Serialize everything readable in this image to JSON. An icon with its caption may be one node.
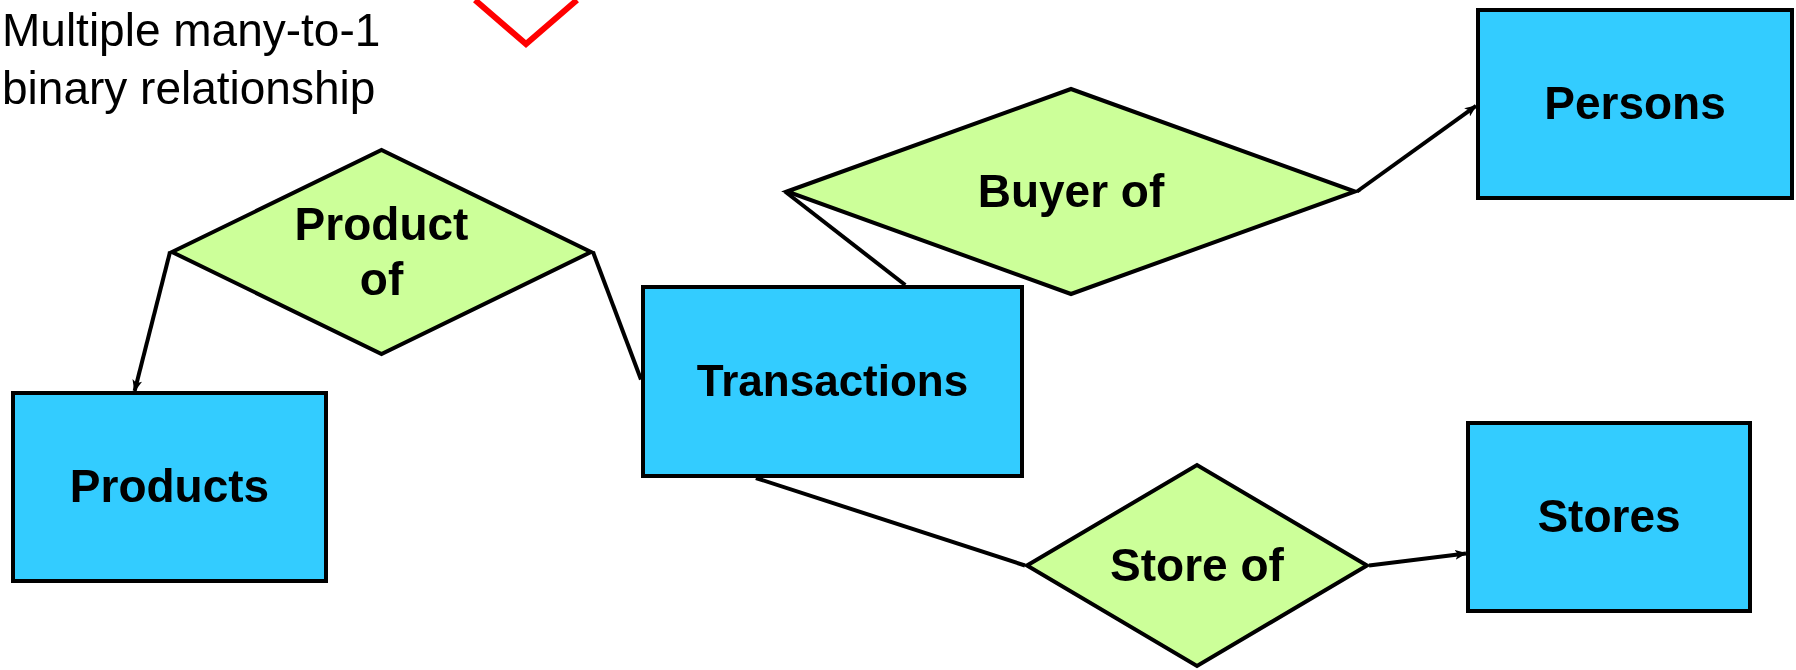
{
  "diagram": {
    "nodes": [
      {
        "text": [
          "Product of"
        ]
      },
      {
        "text": [
          "Products"
        ]
      },
      {
        "text": [
          "Transactions"
        ]
      },
      {
        "text": [
          "Buyer of"
        ]
      },
      {
        "text": [
          "Persons"
        ]
      },
      {
        "text": [
          "Store of"
        ]
      },
      {
        "text": [
          "Stores"
        ]
      }
    ],
    "edges": [
      {
        "from": 0,
        "to": 1,
        "arrow": "to"
      },
      {
        "from": 0,
        "to": 2,
        "arrow": "none"
      },
      {
        "from": 2,
        "to": 3,
        "arrow": "none"
      },
      {
        "from": 3,
        "to": 4,
        "arrow": "to"
      },
      {
        "from": 2,
        "to": 5,
        "arrow": "none"
      },
      {
        "from": 5,
        "to": 6,
        "arrow": "to"
      }
    ],
    "labels": [
      "Multiple many-to-1 binary relationship"
    ]
  }
}
